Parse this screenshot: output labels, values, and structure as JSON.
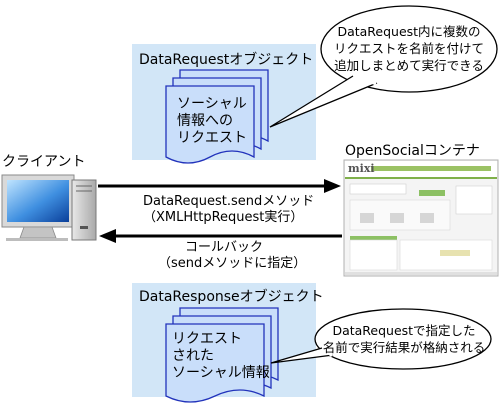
{
  "request_object": {
    "title": "DataRequestオブジェクト",
    "doc_lines": [
      "ソーシャル",
      "情報への",
      "リクエスト"
    ],
    "callout_lines": [
      "DataRequest内に複数の",
      "リクエストを名前を付けて",
      "追加しまとめて実行できる"
    ]
  },
  "response_object": {
    "title": "DataResponseオブジェクト",
    "doc_lines": [
      "リクエスト",
      "された",
      "ソーシャル情報"
    ],
    "callout_lines": [
      "DataRequestで指定した",
      "名前で実行結果が格納される"
    ]
  },
  "client": {
    "label": "クライアント"
  },
  "container": {
    "label": "OpenSocialコンテナ",
    "brand": "mixi"
  },
  "send_arrow": {
    "line1": "DataRequest.sendメソッド",
    "line2": "（XMLHttpRequest実行）"
  },
  "callback_arrow": {
    "line1": "コールバック",
    "line2": "（sendメソッドに指定）"
  },
  "colors": {
    "panel": "#d2e6f7",
    "doc_fill": "#c9defa",
    "doc_stroke": "#2233bb",
    "arrow": "#000000"
  }
}
